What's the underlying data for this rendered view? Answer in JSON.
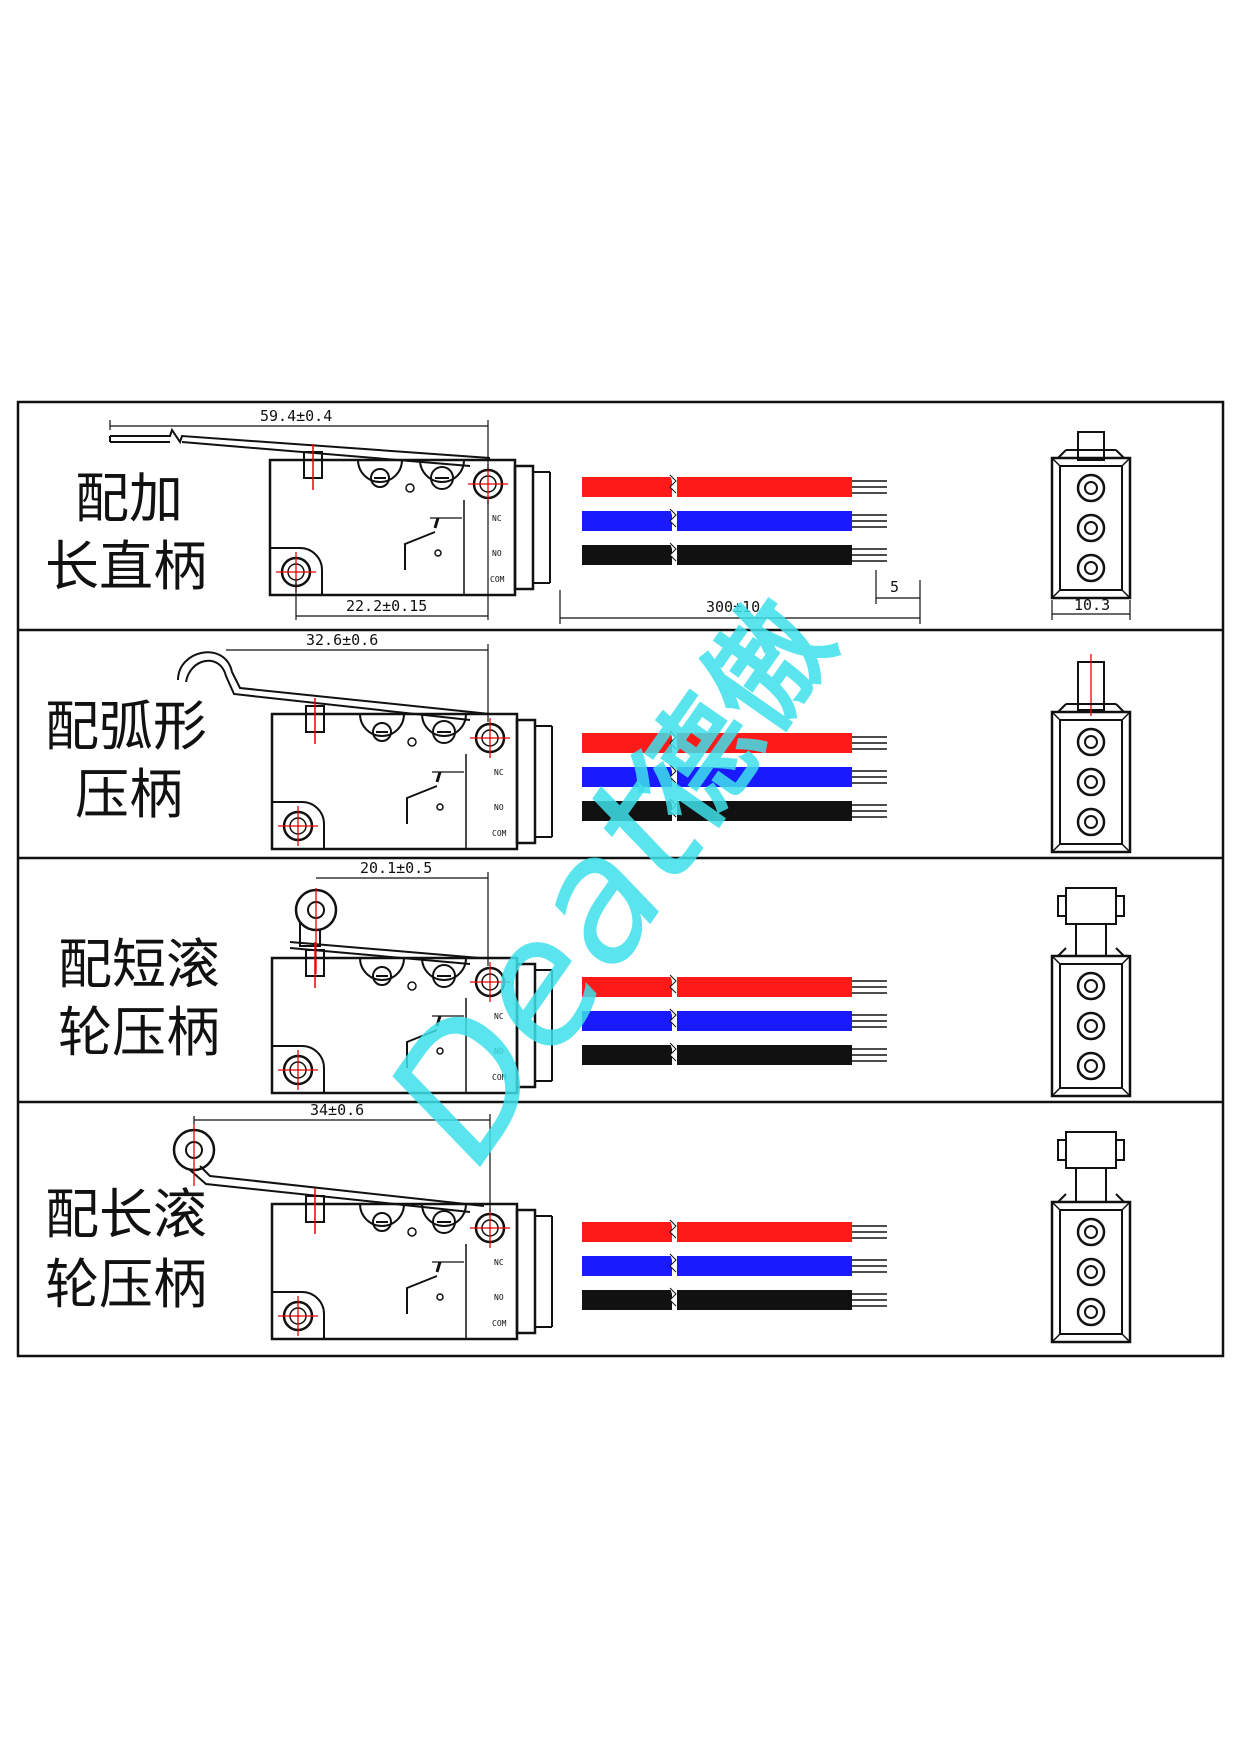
{
  "panels": [
    {
      "label_line1": "配加",
      "label_line2": "长直柄",
      "dim_top": "59.4±0.4",
      "dim_bottom": "22.2±0.15",
      "dim_wire": "300±10",
      "dim_strip": "5",
      "dim_width": "10.3"
    },
    {
      "label_line1": "配弧形",
      "label_line2": "压柄",
      "dim_top": "32.6±0.6"
    },
    {
      "label_line1": "配短滚",
      "label_line2": "轮压柄",
      "dim_top": "20.1±0.5"
    },
    {
      "label_line1": "配长滚",
      "label_line2": "轮压柄",
      "dim_top": "34±0.6"
    }
  ],
  "pins": {
    "nc": "NC",
    "no": "NO",
    "com": "COM"
  },
  "watermark": {
    "latin": "Deat",
    "chinese": "德傲"
  },
  "colors": {
    "wire_nc": "#ff1a1a",
    "wire_no": "#1a1aff",
    "wire_com": "#111111",
    "watermark": "#3ee0ea",
    "outline": "#111111"
  }
}
